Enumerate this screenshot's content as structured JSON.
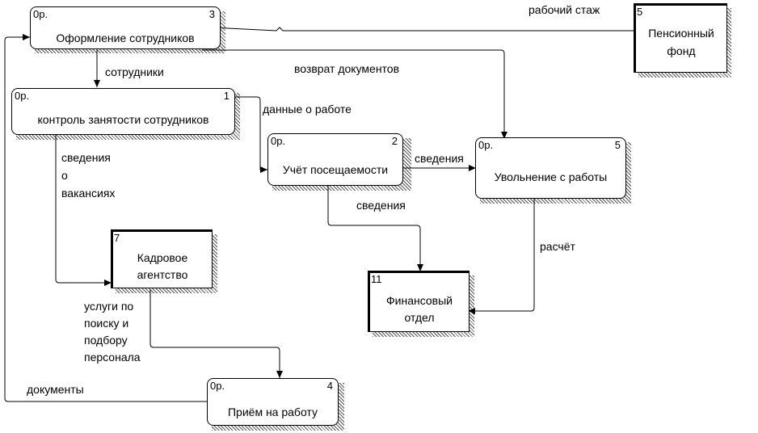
{
  "processes": {
    "p3": {
      "cost": "0р.",
      "number": "3",
      "name": "Оформление сотрудников"
    },
    "p1": {
      "cost": "0р.",
      "number": "1",
      "name": "контроль занятости сотрудников"
    },
    "p2": {
      "cost": "0р.",
      "number": "2",
      "name": "Учёт посещаемости"
    },
    "p5": {
      "cost": "0р.",
      "number": "5",
      "name": "Увольнение с работы"
    },
    "p4": {
      "cost": "0р.",
      "number": "4",
      "name": "Приём на работу"
    }
  },
  "externals": {
    "e5": {
      "number": "5",
      "line1": "Пенсионный",
      "line2": "фонд"
    },
    "e7": {
      "number": "7",
      "line1": "Кадровое",
      "line2": "агентство"
    },
    "e11": {
      "number": "11",
      "line1": "Финансовый",
      "line2": "отдел"
    }
  },
  "flows": {
    "rabochiy_stazh": "рабочий стаж",
    "vozvrat_dokumentov": "возврат документов",
    "sotrudniki": "сотрудники",
    "dannye_o_rabote": "данные о работе",
    "svedeniya_o_vakansiyah": [
      "сведения",
      "о",
      "вакансиях"
    ],
    "svedeniya_2_5": "сведения",
    "svedeniya_2_11": "сведения",
    "raschet": "расчёт",
    "uslugi": [
      "услуги по",
      "поиску и",
      "подбору",
      "персонала"
    ],
    "dokumenty": "документы"
  }
}
